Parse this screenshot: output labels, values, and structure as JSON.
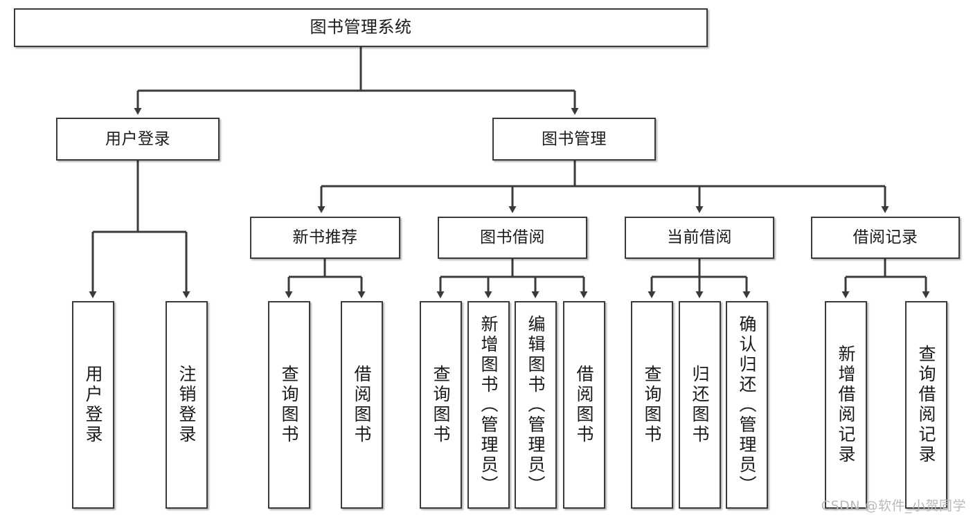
{
  "diagram": {
    "title": "图书管理系统",
    "type": "hierarchy-tree",
    "root": {
      "id": "root",
      "label": "图书管理系统"
    },
    "level1": [
      {
        "id": "user-login",
        "label": "用户登录"
      },
      {
        "id": "book-manage",
        "label": "图书管理"
      }
    ],
    "level2": [
      {
        "id": "new-book-rec",
        "label": "新书推荐",
        "parent": "book-manage"
      },
      {
        "id": "book-borrow",
        "label": "图书借阅",
        "parent": "book-manage"
      },
      {
        "id": "current-borrow",
        "label": "当前借阅",
        "parent": "book-manage"
      },
      {
        "id": "borrow-record",
        "label": "借阅记录",
        "parent": "book-manage"
      }
    ],
    "leaves": [
      {
        "id": "leaf-user-login",
        "label": "用户登录",
        "parent": "user-login"
      },
      {
        "id": "leaf-logout",
        "label": "注销登录",
        "parent": "user-login"
      },
      {
        "id": "leaf-query-book-1",
        "label": "查询图书",
        "parent": "new-book-rec"
      },
      {
        "id": "leaf-borrow-book-1",
        "label": "借阅图书",
        "parent": "new-book-rec"
      },
      {
        "id": "leaf-query-book-2",
        "label": "查询图书",
        "parent": "book-borrow"
      },
      {
        "id": "leaf-add-book",
        "label": "新增图书（管理员）",
        "parent": "book-borrow"
      },
      {
        "id": "leaf-edit-book",
        "label": "编辑图书（管理员）",
        "parent": "book-borrow"
      },
      {
        "id": "leaf-borrow-book-2",
        "label": "借阅图书",
        "parent": "book-borrow"
      },
      {
        "id": "leaf-query-book-3",
        "label": "查询图书",
        "parent": "current-borrow"
      },
      {
        "id": "leaf-return-book",
        "label": "归还图书",
        "parent": "current-borrow"
      },
      {
        "id": "leaf-confirm-return",
        "label": "确认归还（管理员）",
        "parent": "current-borrow"
      },
      {
        "id": "leaf-add-record",
        "label": "新增借阅记录",
        "parent": "borrow-record"
      },
      {
        "id": "leaf-query-record",
        "label": "查询借阅记录",
        "parent": "borrow-record"
      }
    ],
    "colors": {
      "box_border": "#3a3a3a",
      "box_fill": "#ffffff",
      "connector": "#3a3a3a",
      "text": "#1a1a1a",
      "watermark": "#b9b9b9"
    }
  },
  "watermark": {
    "text": "CSDN @软件_小贺同学"
  }
}
